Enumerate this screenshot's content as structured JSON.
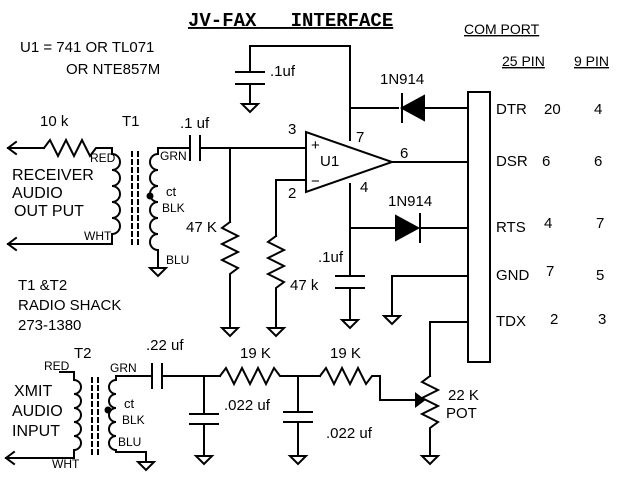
{
  "title": "JV-FAX   INTERFACE",
  "notes": {
    "u1_line1": "U1 = 741  OR TL071",
    "u1_line2": "OR NTE857M",
    "transformers_line1": "T1 &T2",
    "transformers_line2": "RADIO SHACK",
    "transformers_line3": "273-1380"
  },
  "com_port": {
    "header": "COM PORT",
    "col_25": "25 PIN",
    "col_9": "9 PIN",
    "rows": [
      {
        "signal": "DTR",
        "pin25": "20",
        "pin9": "4"
      },
      {
        "signal": "DSR",
        "pin25": "6",
        "pin9": "6"
      },
      {
        "signal": "RTS",
        "pin25": "4",
        "pin9": "7"
      },
      {
        "signal": "GND",
        "pin25": "7",
        "pin9": "5"
      },
      {
        "signal": "TDX",
        "pin25": "2",
        "pin9": "3"
      }
    ]
  },
  "receiver": {
    "resistor": "10 k",
    "transformer": "T1",
    "red": "RED",
    "wht": "WHT",
    "grn": "GRN",
    "ct": "ct",
    "blk": "BLK",
    "blu": "BLU",
    "label1": "RECEIVER",
    "label2": "AUDIO",
    "label3": "OUT PUT",
    "coupling_cap": ".1 uf",
    "r_47k_a": "47 K",
    "r_47k_b": "47 k"
  },
  "opamp": {
    "name": "U1",
    "pin3": "3",
    "pin2": "2",
    "pin7": "7",
    "pin4": "4",
    "pin6": "6",
    "plus": "+",
    "minus": "−",
    "cap_top": ".1uf",
    "cap_bottom": ".1uf",
    "diode_top": "1N914",
    "diode_bottom": "1N914"
  },
  "transmit": {
    "transformer": "T2",
    "red": "RED",
    "wht": "WHT",
    "grn": "GRN",
    "ct": "ct",
    "blk": "BLK",
    "blu": "BLU",
    "label1": "XMIT",
    "label2": "AUDIO",
    "label3": "INPUT",
    "coupling_cap": ".22 uf",
    "r1": "19 K",
    "r2": "19 K",
    "c1": ".022 uf",
    "c2": ".022 uf",
    "pot_value": "22 K",
    "pot_label": "POT"
  }
}
